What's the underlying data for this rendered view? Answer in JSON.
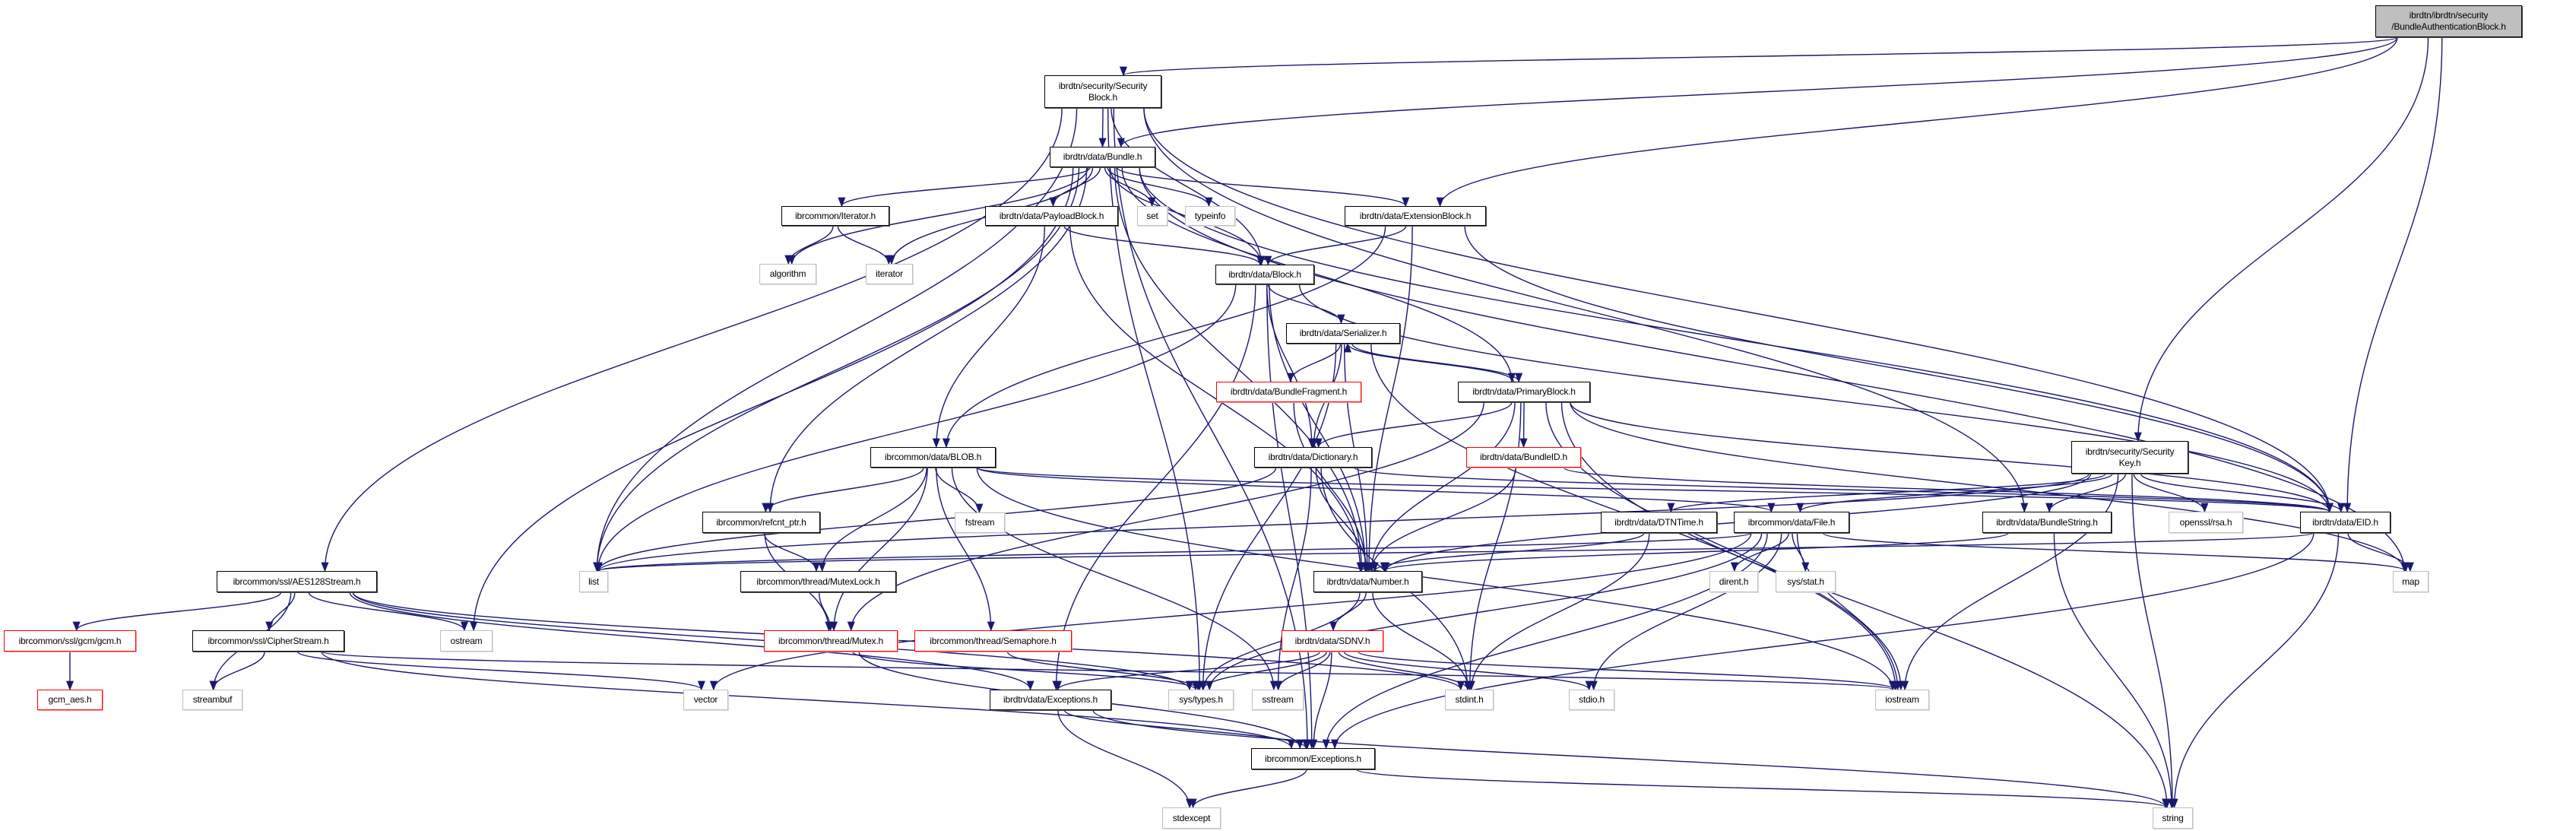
{
  "colors": {
    "edge": "#191970",
    "root_fill": "#bfbfbf",
    "node_border": "#000000",
    "external_border": "#bfbfbf",
    "truncated_border": "#ff0000"
  },
  "nodes": {
    "bab": {
      "label": "ibrdtn/ibrdtn/security\n/BundleAuthenticationBlock.h",
      "style": "root"
    },
    "secblock": {
      "label": "ibrdtn/security/Security\nBlock.h",
      "style": "normal"
    },
    "bundle": {
      "label": "ibrdtn/data/Bundle.h",
      "style": "normal"
    },
    "iterh": {
      "label": "ibrcommon/Iterator.h",
      "style": "normal"
    },
    "payload": {
      "label": "ibrdtn/data/PayloadBlock.h",
      "style": "normal"
    },
    "set": {
      "label": "set",
      "style": "gray"
    },
    "typeinfo": {
      "label": "typeinfo",
      "style": "gray"
    },
    "ext": {
      "label": "ibrdtn/data/ExtensionBlock.h",
      "style": "normal"
    },
    "algorithm": {
      "label": "algorithm",
      "style": "gray"
    },
    "iterator": {
      "label": "iterator",
      "style": "gray"
    },
    "block": {
      "label": "ibrdtn/data/Block.h",
      "style": "normal"
    },
    "serializer": {
      "label": "ibrdtn/data/Serializer.h",
      "style": "normal"
    },
    "fragment": {
      "label": "ibrdtn/data/BundleFragment.h",
      "style": "red"
    },
    "primary": {
      "label": "ibrdtn/data/PrimaryBlock.h",
      "style": "normal"
    },
    "blob": {
      "label": "ibrcommon/data/BLOB.h",
      "style": "normal"
    },
    "dictionary": {
      "label": "ibrdtn/data/Dictionary.h",
      "style": "normal"
    },
    "bundleid": {
      "label": "ibrdtn/data/BundleID.h",
      "style": "red"
    },
    "seckey": {
      "label": "ibrdtn/security/Security\nKey.h",
      "style": "normal"
    },
    "refcnt": {
      "label": "ibrcommon/refcnt_ptr.h",
      "style": "normal"
    },
    "fstream": {
      "label": "fstream",
      "style": "gray"
    },
    "dtntime": {
      "label": "ibrdtn/data/DTNTime.h",
      "style": "normal"
    },
    "file": {
      "label": "ibrcommon/data/File.h",
      "style": "normal"
    },
    "bundlestring": {
      "label": "ibrdtn/data/BundleString.h",
      "style": "normal"
    },
    "rsa": {
      "label": "openssl/rsa.h",
      "style": "gray"
    },
    "eid": {
      "label": "ibrdtn/data/EID.h",
      "style": "normal"
    },
    "aes": {
      "label": "ibrcommon/ssl/AES128Stream.h",
      "style": "normal"
    },
    "list": {
      "label": "list",
      "style": "gray"
    },
    "mutexlock": {
      "label": "ibrcommon/thread/MutexLock.h",
      "style": "normal"
    },
    "number": {
      "label": "ibrdtn/data/Number.h",
      "style": "normal"
    },
    "dirent": {
      "label": "dirent.h",
      "style": "gray"
    },
    "sysstat": {
      "label": "sys/stat.h",
      "style": "gray"
    },
    "map": {
      "label": "map",
      "style": "gray"
    },
    "gcm": {
      "label": "ibrcommon/ssl/gcm/gcm.h",
      "style": "red"
    },
    "cipher": {
      "label": "ibrcommon/ssl/CipherStream.h",
      "style": "normal"
    },
    "ostream": {
      "label": "ostream",
      "style": "gray"
    },
    "mutex": {
      "label": "ibrcommon/thread/Mutex.h",
      "style": "red"
    },
    "semaphore": {
      "label": "ibrcommon/thread/Semaphore.h",
      "style": "red"
    },
    "sdnv": {
      "label": "ibrdtn/data/SDNV.h",
      "style": "red"
    },
    "gcmaes": {
      "label": "gcm_aes.h",
      "style": "red"
    },
    "streambuf": {
      "label": "streambuf",
      "style": "gray"
    },
    "vector": {
      "label": "vector",
      "style": "gray"
    },
    "dexc": {
      "label": "ibrdtn/data/Exceptions.h",
      "style": "normal"
    },
    "systypes": {
      "label": "sys/types.h",
      "style": "gray"
    },
    "sstream": {
      "label": "sstream",
      "style": "gray"
    },
    "stdint": {
      "label": "stdint.h",
      "style": "gray"
    },
    "stdio": {
      "label": "stdio.h",
      "style": "gray"
    },
    "iostream": {
      "label": "iostream",
      "style": "gray"
    },
    "cexc": {
      "label": "ibrcommon/Exceptions.h",
      "style": "normal"
    },
    "stdexcept": {
      "label": "stdexcept",
      "style": "gray"
    },
    "string": {
      "label": "string",
      "style": "gray"
    }
  },
  "edges": [
    [
      "bab",
      "secblock"
    ],
    [
      "bab",
      "bundle"
    ],
    [
      "bab",
      "ext"
    ],
    [
      "bab",
      "seckey"
    ],
    [
      "bab",
      "eid"
    ],
    [
      "secblock",
      "bundle"
    ],
    [
      "secblock",
      "block"
    ],
    [
      "secblock",
      "list"
    ],
    [
      "secblock",
      "aes"
    ],
    [
      "secblock",
      "cexc"
    ],
    [
      "secblock",
      "systypes"
    ],
    [
      "secblock",
      "bundlestring"
    ],
    [
      "secblock",
      "eid"
    ],
    [
      "bundle",
      "iterh"
    ],
    [
      "bundle",
      "payload"
    ],
    [
      "bundle",
      "set"
    ],
    [
      "bundle",
      "typeinfo"
    ],
    [
      "bundle",
      "ext"
    ],
    [
      "bundle",
      "block"
    ],
    [
      "bundle",
      "primary"
    ],
    [
      "bundle",
      "eid"
    ],
    [
      "bundle",
      "map"
    ],
    [
      "bundle",
      "algorithm"
    ],
    [
      "bundle",
      "iterator"
    ],
    [
      "bundle",
      "list"
    ],
    [
      "bundle",
      "ostream"
    ],
    [
      "bundle",
      "refcnt"
    ],
    [
      "bundle",
      "number"
    ],
    [
      "iterh",
      "algorithm"
    ],
    [
      "iterh",
      "iterator"
    ],
    [
      "payload",
      "block"
    ],
    [
      "payload",
      "blob"
    ],
    [
      "payload",
      "number"
    ],
    [
      "ext",
      "block"
    ],
    [
      "ext",
      "blob"
    ],
    [
      "ext",
      "number"
    ],
    [
      "ext",
      "eid"
    ],
    [
      "block",
      "serializer"
    ],
    [
      "block",
      "dictionary"
    ],
    [
      "block",
      "number"
    ],
    [
      "block",
      "eid"
    ],
    [
      "block",
      "list"
    ],
    [
      "block",
      "dexc"
    ],
    [
      "block",
      "cexc"
    ],
    [
      "serializer",
      "fragment"
    ],
    [
      "serializer",
      "primary"
    ],
    [
      "serializer",
      "dictionary"
    ],
    [
      "serializer",
      "number"
    ],
    [
      "serializer",
      "systypes"
    ],
    [
      "serializer",
      "iostream"
    ],
    [
      "primary",
      "serializer"
    ],
    [
      "primary",
      "dictionary"
    ],
    [
      "primary",
      "number"
    ],
    [
      "primary",
      "bundleid"
    ],
    [
      "primary",
      "eid"
    ],
    [
      "primary",
      "stdint"
    ],
    [
      "primary",
      "iostream"
    ],
    [
      "primary",
      "mutex"
    ],
    [
      "primary",
      "string"
    ],
    [
      "primary",
      "map"
    ],
    [
      "fragment",
      "number"
    ],
    [
      "bundleid",
      "number"
    ],
    [
      "bundleid",
      "eid"
    ],
    [
      "dictionary",
      "eid"
    ],
    [
      "dictionary",
      "number"
    ],
    [
      "dictionary",
      "list"
    ],
    [
      "dictionary",
      "sstream"
    ],
    [
      "dictionary",
      "stdint"
    ],
    [
      "blob",
      "refcnt"
    ],
    [
      "blob",
      "mutexlock"
    ],
    [
      "blob",
      "mutex"
    ],
    [
      "blob",
      "semaphore"
    ],
    [
      "blob",
      "fstream"
    ],
    [
      "blob",
      "sstream"
    ],
    [
      "blob",
      "file"
    ],
    [
      "blob",
      "iostream"
    ],
    [
      "blob",
      "eid"
    ],
    [
      "refcnt",
      "mutexlock"
    ],
    [
      "refcnt",
      "mutex"
    ],
    [
      "mutexlock",
      "mutex"
    ],
    [
      "mutex",
      "cexc"
    ],
    [
      "mutex",
      "systypes"
    ],
    [
      "semaphore",
      "systypes"
    ],
    [
      "aes",
      "gcm"
    ],
    [
      "aes",
      "cipher"
    ],
    [
      "aes",
      "streambuf"
    ],
    [
      "aes",
      "ostream"
    ],
    [
      "aes",
      "systypes"
    ],
    [
      "aes",
      "stdint"
    ],
    [
      "aes",
      "dexc"
    ],
    [
      "gcm",
      "gcmaes"
    ],
    [
      "cipher",
      "streambuf"
    ],
    [
      "cipher",
      "vector"
    ],
    [
      "cipher",
      "iostream"
    ],
    [
      "cipher",
      "cexc"
    ],
    [
      "seckey",
      "bundlestring"
    ],
    [
      "seckey",
      "rsa"
    ],
    [
      "seckey",
      "eid"
    ],
    [
      "seckey",
      "file"
    ],
    [
      "seckey",
      "dtntime"
    ],
    [
      "seckey",
      "number"
    ],
    [
      "seckey",
      "iostream"
    ],
    [
      "seckey",
      "string"
    ],
    [
      "seckey",
      "list"
    ],
    [
      "file",
      "dirent"
    ],
    [
      "file",
      "sysstat"
    ],
    [
      "file",
      "map"
    ],
    [
      "file",
      "list"
    ],
    [
      "file",
      "iostream"
    ],
    [
      "file",
      "stdio"
    ],
    [
      "file",
      "cexc"
    ],
    [
      "file",
      "systypes"
    ],
    [
      "file",
      "vector"
    ],
    [
      "dtntime",
      "number"
    ],
    [
      "dtntime",
      "stdint"
    ],
    [
      "bundlestring",
      "string"
    ],
    [
      "bundlestring",
      "number"
    ],
    [
      "eid",
      "map"
    ],
    [
      "eid",
      "string"
    ],
    [
      "eid",
      "cexc"
    ],
    [
      "eid",
      "list"
    ],
    [
      "number",
      "sdnv"
    ],
    [
      "number",
      "stdint"
    ],
    [
      "number",
      "systypes"
    ],
    [
      "sdnv",
      "dexc"
    ],
    [
      "sdnv",
      "cexc"
    ],
    [
      "sdnv",
      "systypes"
    ],
    [
      "sdnv",
      "sstream"
    ],
    [
      "sdnv",
      "stdint"
    ],
    [
      "sdnv",
      "stdio"
    ],
    [
      "sdnv",
      "iostream"
    ],
    [
      "dexc",
      "cexc"
    ],
    [
      "dexc",
      "stdexcept"
    ],
    [
      "dexc",
      "string"
    ],
    [
      "cexc",
      "stdexcept"
    ],
    [
      "cexc",
      "string"
    ]
  ]
}
